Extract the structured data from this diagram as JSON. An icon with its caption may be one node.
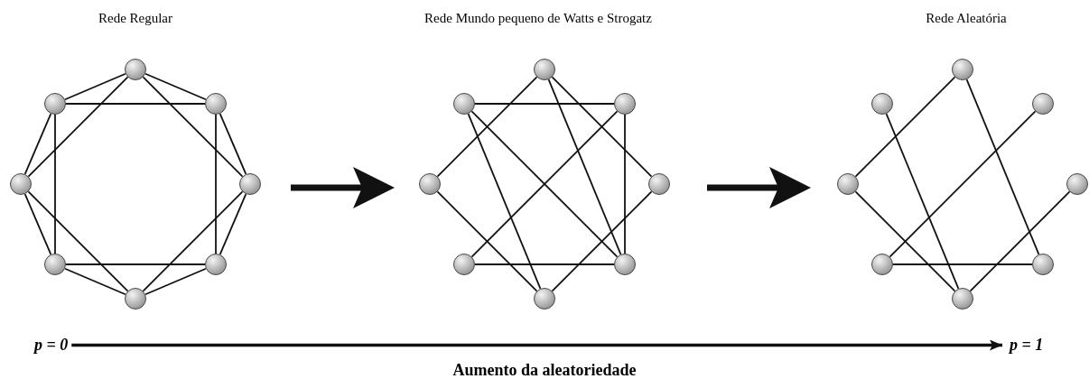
{
  "diagram": {
    "nodes": [
      {
        "text": [
          "Rede Regular"
        ]
      },
      {
        "text": [],
        "shape": "circle",
        "in": 0
      },
      {
        "text": [],
        "shape": "circle",
        "in": 0
      },
      {
        "text": [],
        "shape": "circle",
        "in": 0
      },
      {
        "text": [],
        "shape": "circle",
        "in": 0
      },
      {
        "text": [],
        "shape": "circle",
        "in": 0
      },
      {
        "text": [],
        "shape": "circle",
        "in": 0
      },
      {
        "text": [],
        "shape": "circle",
        "in": 0
      },
      {
        "text": [],
        "shape": "circle",
        "in": 0
      },
      {
        "text": [
          "Rede Mundo pequeno de Watts e Strogatz"
        ]
      },
      {
        "text": [],
        "shape": "circle",
        "in": 9
      },
      {
        "text": [],
        "shape": "circle",
        "in": 9
      },
      {
        "text": [],
        "shape": "circle",
        "in": 9
      },
      {
        "text": [],
        "shape": "circle",
        "in": 9
      },
      {
        "text": [],
        "shape": "circle",
        "in": 9
      },
      {
        "text": [],
        "shape": "circle",
        "in": 9
      },
      {
        "text": [],
        "shape": "circle",
        "in": 9
      },
      {
        "text": [],
        "shape": "circle",
        "in": 9
      },
      {
        "text": [
          "Rede Aleatória"
        ]
      },
      {
        "text": [],
        "shape": "circle",
        "in": 18
      },
      {
        "text": [],
        "shape": "circle",
        "in": 18
      },
      {
        "text": [],
        "shape": "circle",
        "in": 18
      },
      {
        "text": [],
        "shape": "circle",
        "in": 18
      },
      {
        "text": [],
        "shape": "circle",
        "in": 18
      },
      {
        "text": [],
        "shape": "circle",
        "in": 18
      },
      {
        "text": [],
        "shape": "circle",
        "in": 18
      },
      {
        "text": [],
        "shape": "circle",
        "in": 18
      },
      {
        "text": [
          "p = 0"
        ]
      },
      {
        "text": [
          "p = 1"
        ]
      }
    ],
    "edges": [
      {
        "from": 1,
        "to": 2,
        "arrow": "none"
      },
      {
        "from": 1,
        "to": 3,
        "arrow": "none"
      },
      {
        "from": 3,
        "to": 5,
        "arrow": "none"
      },
      {
        "from": 5,
        "to": 7,
        "arrow": "none"
      },
      {
        "from": 7,
        "to": 8,
        "arrow": "none"
      },
      {
        "from": 8,
        "to": 6,
        "arrow": "none"
      },
      {
        "from": 6,
        "to": 4,
        "arrow": "none"
      },
      {
        "from": 4,
        "to": 2,
        "arrow": "none"
      },
      {
        "from": 1,
        "to": 4,
        "arrow": "none"
      },
      {
        "from": 1,
        "to": 5,
        "arrow": "none"
      },
      {
        "from": 2,
        "to": 3,
        "arrow": "none"
      },
      {
        "from": 3,
        "to": 7,
        "arrow": "none"
      },
      {
        "from": 5,
        "to": 8,
        "arrow": "none"
      },
      {
        "from": 7,
        "to": 6,
        "arrow": "none"
      },
      {
        "from": 8,
        "to": 4,
        "arrow": "none"
      },
      {
        "from": 6,
        "to": 2,
        "arrow": "none"
      },
      {
        "from": 10,
        "to": 13,
        "arrow": "none"
      },
      {
        "from": 10,
        "to": 16,
        "arrow": "none"
      },
      {
        "from": 10,
        "to": 14,
        "arrow": "none"
      },
      {
        "from": 11,
        "to": 12,
        "arrow": "none"
      },
      {
        "from": 11,
        "to": 17,
        "arrow": "none"
      },
      {
        "from": 11,
        "to": 16,
        "arrow": "none"
      },
      {
        "from": 12,
        "to": 16,
        "arrow": "none"
      },
      {
        "from": 12,
        "to": 15,
        "arrow": "none"
      },
      {
        "from": 13,
        "to": 17,
        "arrow": "none"
      },
      {
        "from": 14,
        "to": 17,
        "arrow": "none"
      },
      {
        "from": 15,
        "to": 16,
        "arrow": "none"
      },
      {
        "from": 19,
        "to": 22,
        "arrow": "none"
      },
      {
        "from": 19,
        "to": 25,
        "arrow": "none"
      },
      {
        "from": 20,
        "to": 26,
        "arrow": "none"
      },
      {
        "from": 21,
        "to": 24,
        "arrow": "none"
      },
      {
        "from": 22,
        "to": 26,
        "arrow": "none"
      },
      {
        "from": 23,
        "to": 26,
        "arrow": "none"
      },
      {
        "from": 24,
        "to": 25,
        "arrow": "none"
      },
      {
        "from": 0,
        "to": 9,
        "arrow": "to",
        "style": "thick"
      },
      {
        "from": 9,
        "to": 18,
        "arrow": "to",
        "style": "thick"
      },
      {
        "from": 27,
        "to": 28,
        "arrow": "to"
      }
    ],
    "labels": [
      "Aumento da aleatoriedade"
    ]
  }
}
